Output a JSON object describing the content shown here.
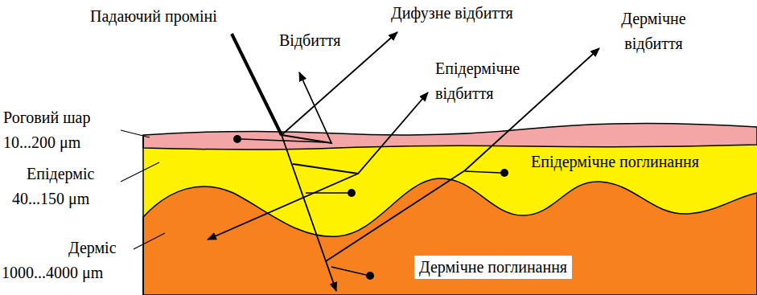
{
  "diagram": {
    "labels": [
      "Падаючий проміні",
      "Дифузне відбиття",
      "Відбиття",
      "Дермічне відбиття",
      "Епідермічне відбиття",
      "Роговий шар",
      "10...200 μm",
      "Епідерміс",
      "40...150 μm",
      "Дерміс",
      "1000...4000 μm",
      "Епідермічне поглинання",
      "Дермічне поглинання"
    ]
  }
}
